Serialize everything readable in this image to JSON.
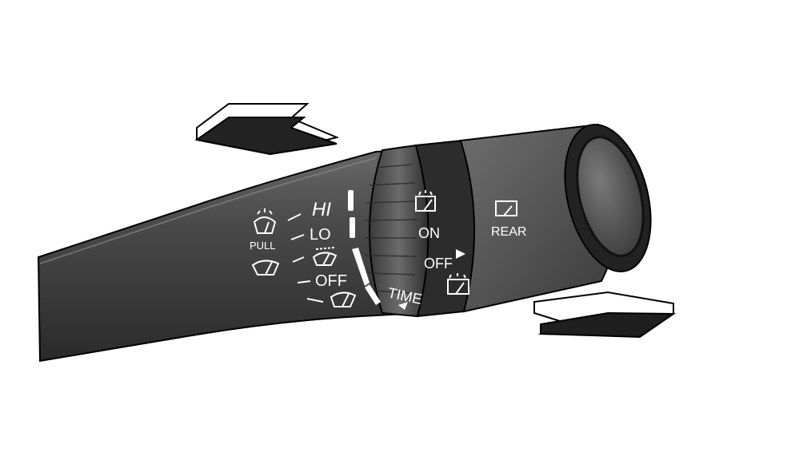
{
  "stalk_positions": {
    "hi": "HI",
    "lo": "LO",
    "off": "OFF",
    "pull": "PULL"
  },
  "rear_ring": {
    "on": "ON",
    "off": "OFF",
    "time": "TIME",
    "rear": "REAR"
  },
  "icons": {
    "pull_washer": "windshield-washer-icon",
    "intermittent": "windshield-intermittent-wiper-icon",
    "intermittent_setting": "windshield-wiper-icon",
    "mist": "windshield-mist-wiper-icon",
    "rear_wiper_on": "rear-wiper-icon",
    "rear_washer": "rear-washer-icon",
    "rear_label_icon": "rear-window-icon"
  },
  "colors": {
    "stalk_body": "#3a3a3a",
    "stalk_highlight": "#5a5a5a",
    "ring": "#2c2c2c",
    "arrow": "#1f1f1f",
    "label": "#ffffff"
  }
}
